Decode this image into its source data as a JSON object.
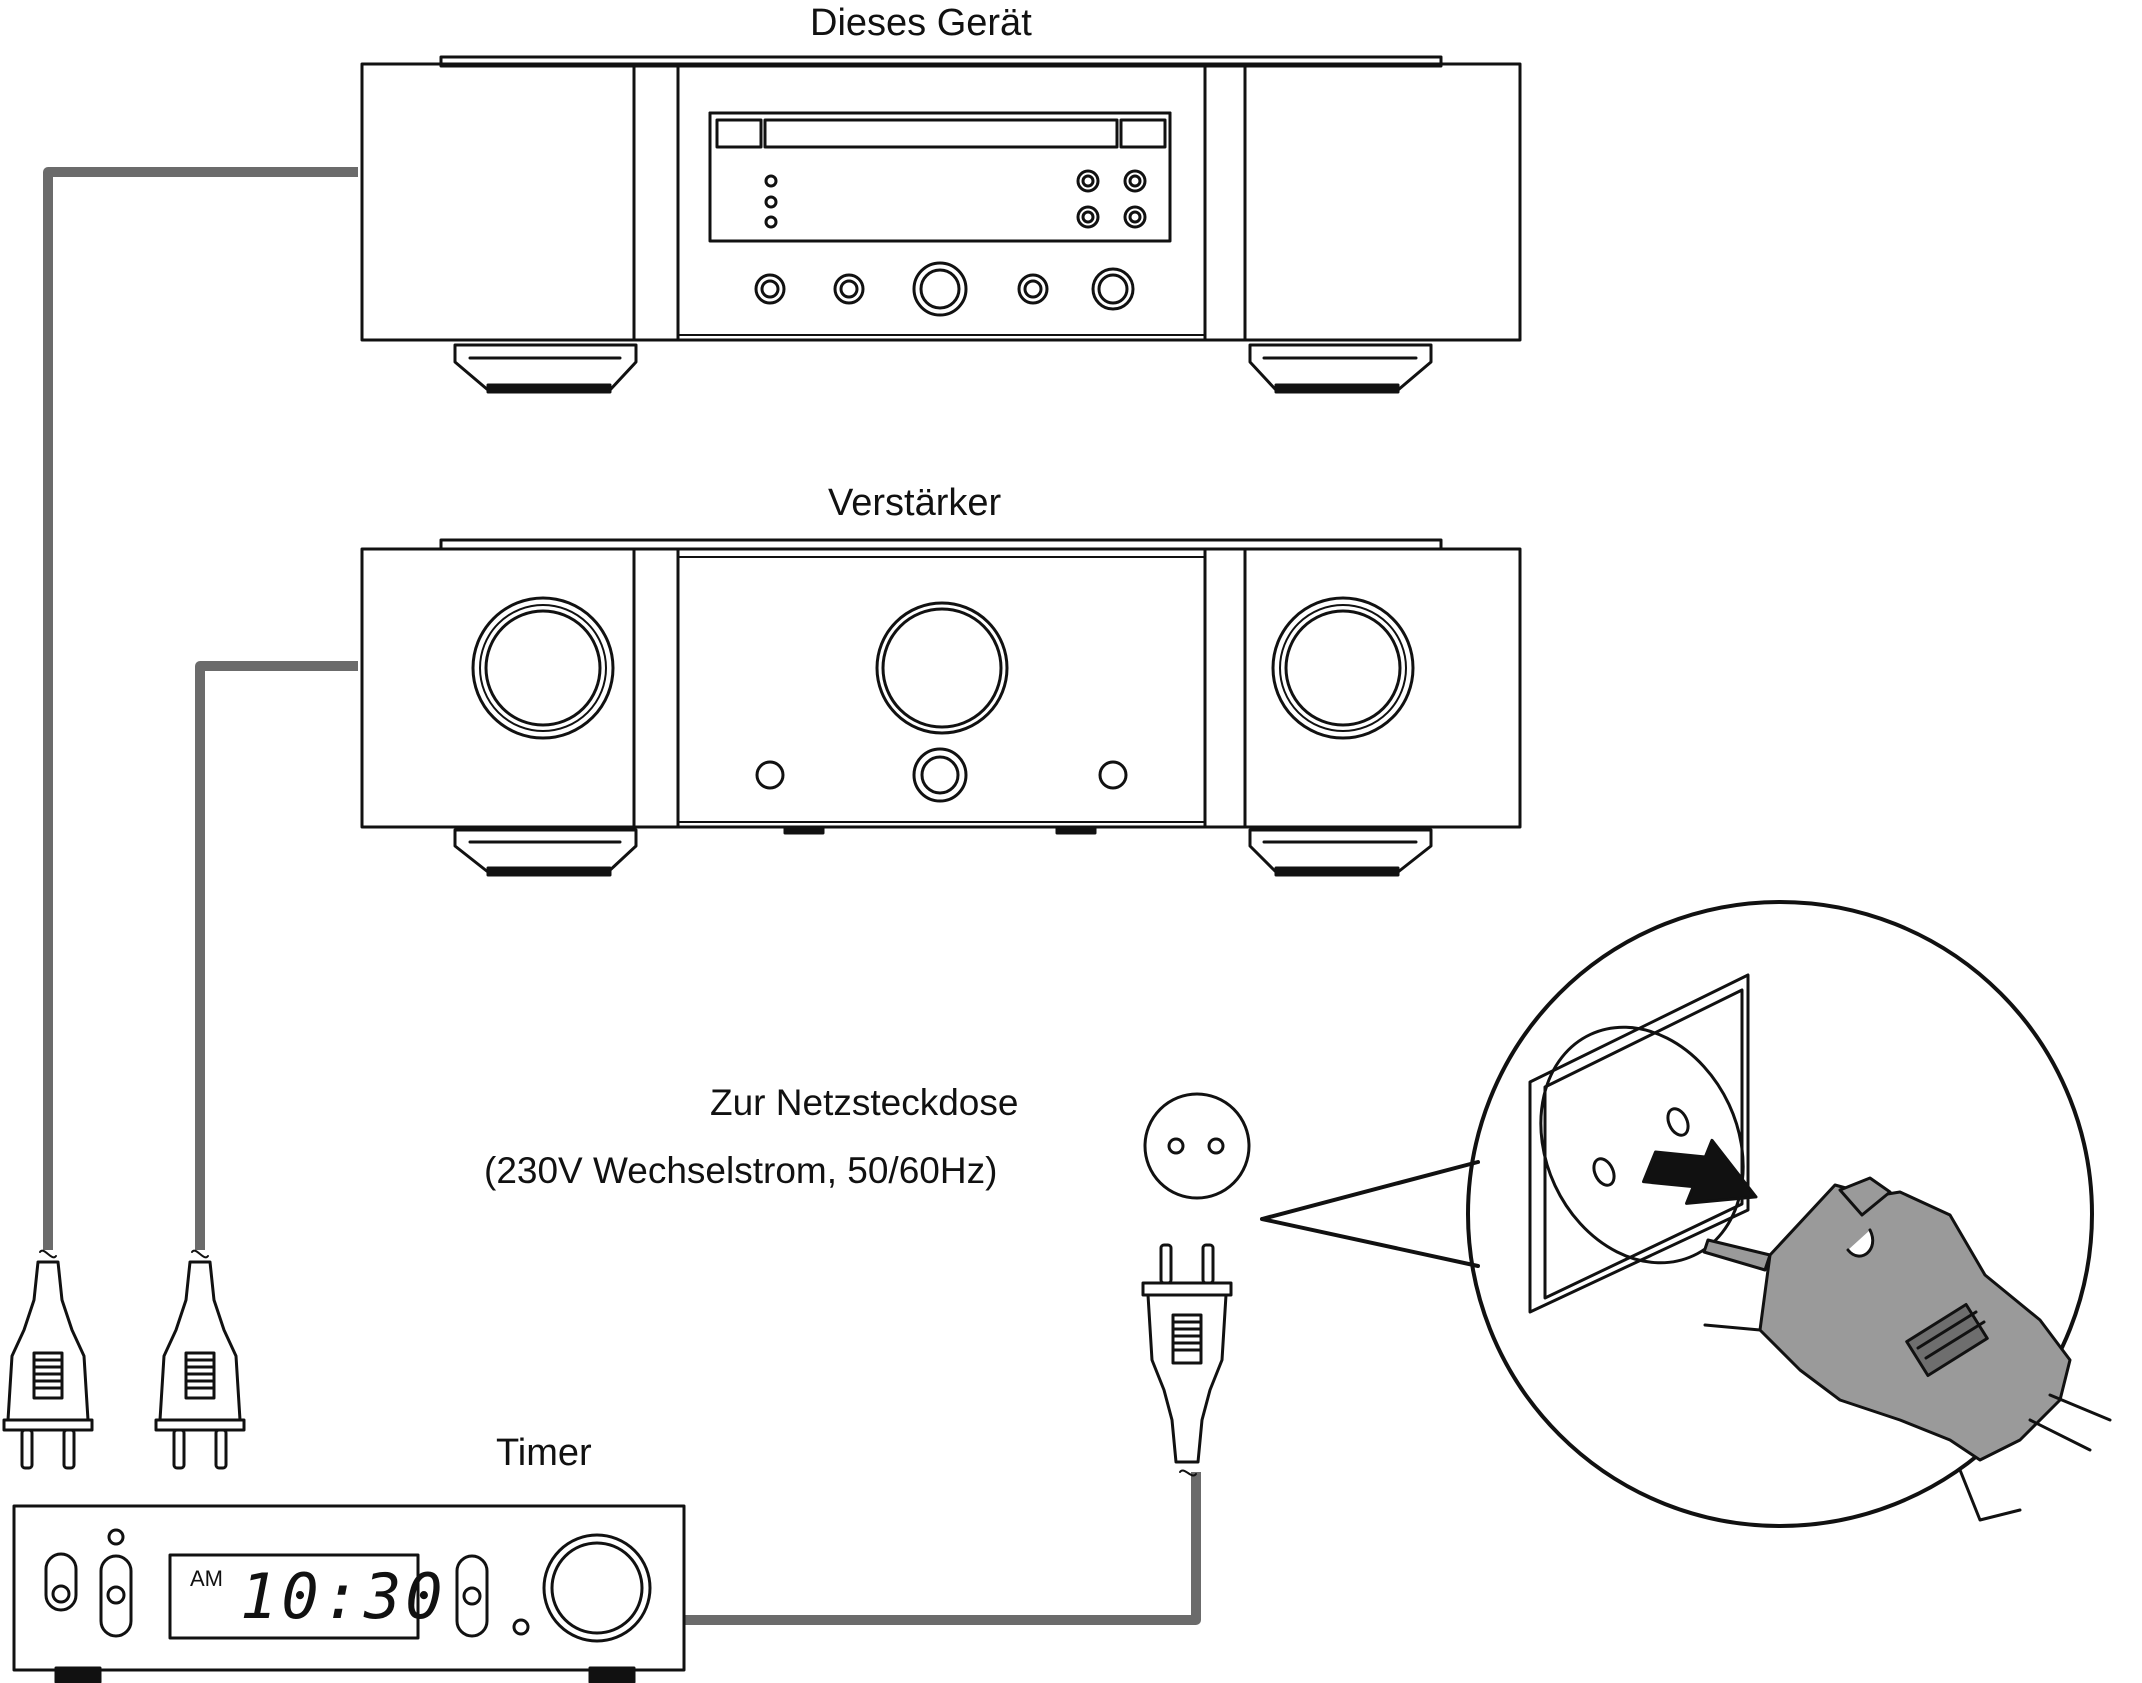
{
  "labels": {
    "device": "Dieses Gerät",
    "amplifier": "Verstärker",
    "outlet_title": "Zur Netzsteckdose",
    "outlet_spec": "(230V Wechselstrom, 50/60Hz)",
    "timer": "Timer"
  },
  "timer_display": {
    "ampm": "AM",
    "time": "10:30"
  },
  "colors": {
    "line": "#111111",
    "cable": "#6b6b6b",
    "plug_fill": "#9a9a9a",
    "background": "#ffffff"
  }
}
